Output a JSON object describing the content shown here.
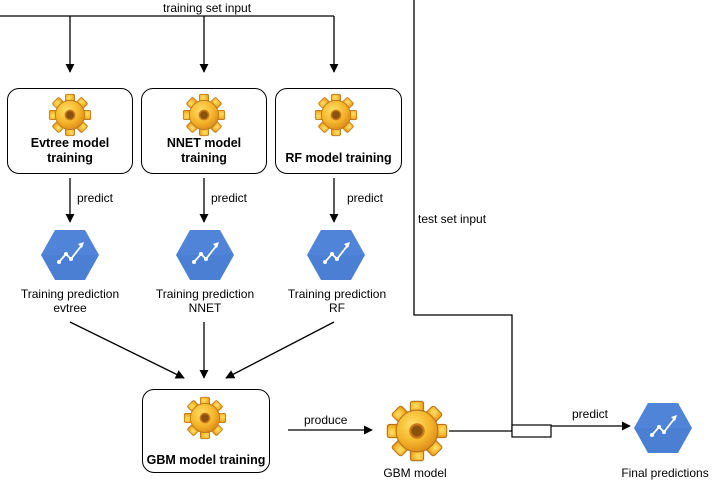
{
  "edges": {
    "training_set_input": "training set input",
    "test_set_input": "test set input",
    "predict": "predict",
    "produce": "produce"
  },
  "nodes": {
    "evtree_training": "Evtree model\ntraining",
    "nnet_training": "NNET model\ntraining",
    "rf_training": "RF model training",
    "pred_evtree": "Training prediction\nevtree",
    "pred_nnet": "Training prediction\nNNET",
    "pred_rf": "Training prediction\nRF",
    "gbm_training": "GBM model training",
    "gbm_model": "GBM model",
    "final_predictions": "Final predictions"
  },
  "icons": {
    "gear": "gear-icon",
    "prediction": "prediction-hexagon-icon"
  },
  "colors": {
    "gear_fill": "#f5a623",
    "gear_highlight": "#ffd34d",
    "hexagon_fill": "#4a7fd4"
  }
}
